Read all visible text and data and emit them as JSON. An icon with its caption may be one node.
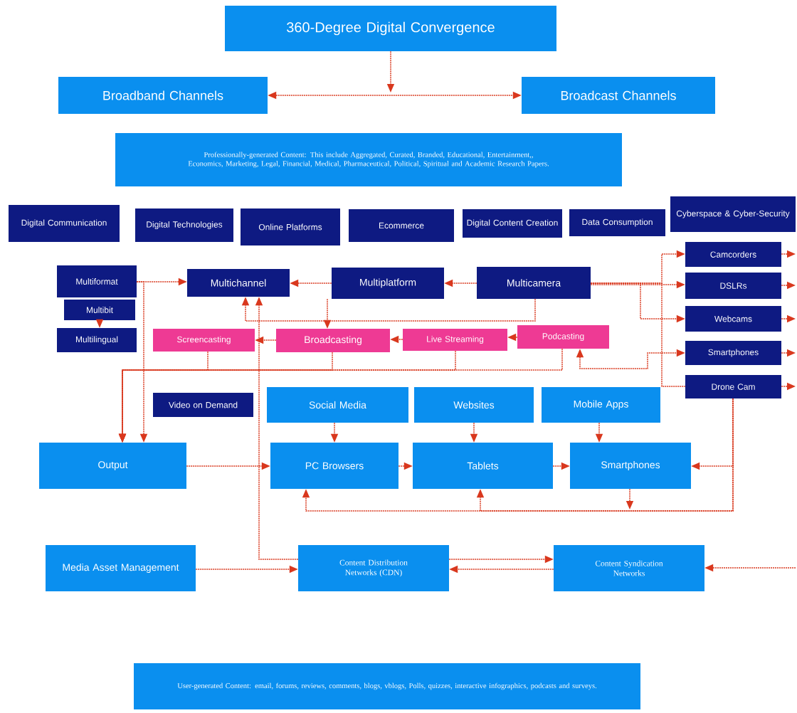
{
  "diagram": {
    "nodes": [
      {
        "text": [
          "360-Degree Digital Convergence"
        ]
      },
      {
        "text": [
          "Broadband  Channels"
        ]
      },
      {
        "text": [
          "Broadcast Channels"
        ]
      },
      {
        "text": [
          "Professionally-generated Content: This include Aggregated, Curated, Branded, Educational, Entertainment,, Economics, Marketing, Legal, Financial, Medical, Pharmaceutical, Political, Spiritual and Academic Research Papers."
        ]
      },
      {
        "text": [
          "Digital Communication"
        ]
      },
      {
        "text": [
          "Digital Technologies"
        ]
      },
      {
        "text": [
          "Online Platforms"
        ]
      },
      {
        "text": [
          "Ecommerce"
        ]
      },
      {
        "text": [
          "Digital Content Creation"
        ]
      },
      {
        "text": [
          "Data Consumption"
        ]
      },
      {
        "text": [
          "Cyberspace & Cyber-Security"
        ]
      },
      {
        "text": [
          "Multiformat"
        ]
      },
      {
        "text": [
          "Multichannel"
        ]
      },
      {
        "text": [
          "Multiplatform"
        ]
      },
      {
        "text": [
          "Multicamera"
        ]
      },
      {
        "text": [
          "Multibit"
        ]
      },
      {
        "text": [
          "Multilingual"
        ]
      },
      {
        "text": [
          "Camcorders"
        ]
      },
      {
        "text": [
          "DSLRs"
        ]
      },
      {
        "text": [
          "Webcams"
        ]
      },
      {
        "text": [
          "Smartphones"
        ]
      },
      {
        "text": [
          "Drone Cam"
        ]
      },
      {
        "text": [
          "Screencasting"
        ]
      },
      {
        "text": [
          "Broadcasting"
        ]
      },
      {
        "text": [
          "Live Streaming"
        ]
      },
      {
        "text": [
          "Podcasting"
        ]
      },
      {
        "text": [
          "Video on Demand"
        ]
      },
      {
        "text": [
          "Social Media"
        ]
      },
      {
        "text": [
          "Websites"
        ]
      },
      {
        "text": [
          "Mobile Apps"
        ]
      },
      {
        "text": [
          "Output"
        ]
      },
      {
        "text": [
          "PC Browsers"
        ]
      },
      {
        "text": [
          "Tablets"
        ]
      },
      {
        "text": [
          "Smartphones"
        ]
      },
      {
        "text": [
          "Media Asset Management"
        ]
      },
      {
        "text": [
          "Content Distribution Networks (CDN)"
        ]
      },
      {
        "text": [
          "Content Syndication Networks"
        ]
      },
      {
        "text": [
          "User-generated Content: email, forums, reviews, comments, blogs, vblogs, Polls, quizzes, interactive infographics, podcasts and surveys."
        ]
      }
    ],
    "edges": [
      {
        "from": 0,
        "to": null,
        "arrow": "to"
      },
      {
        "from": 1,
        "to": 2,
        "arrow": "both"
      },
      {
        "from": 11,
        "to": 12,
        "arrow": "to"
      },
      {
        "from": 13,
        "to": 12,
        "arrow": "to"
      },
      {
        "from": 14,
        "to": 13,
        "arrow": "to"
      },
      {
        "from": 15,
        "to": 16,
        "arrow": "to"
      },
      {
        "from": 13,
        "to": 23,
        "arrow": "to"
      },
      {
        "from": 14,
        "to": 12,
        "arrow": "to"
      },
      {
        "from": 23,
        "to": 22,
        "arrow": "to"
      },
      {
        "from": 24,
        "to": 23,
        "arrow": "to"
      },
      {
        "from": 25,
        "to": 24,
        "arrow": "to"
      },
      {
        "from": 14,
        "to": 17,
        "arrow": "to"
      },
      {
        "from": 14,
        "to": 18,
        "arrow": "to"
      },
      {
        "from": 14,
        "to": 19,
        "arrow": "to"
      },
      {
        "from": 14,
        "to": 21,
        "arrow": "none"
      },
      {
        "from": 25,
        "to": 20,
        "arrow": "both"
      },
      {
        "from": 17,
        "to": null,
        "arrow": "to"
      },
      {
        "from": 18,
        "to": null,
        "arrow": "to"
      },
      {
        "from": 19,
        "to": null,
        "arrow": "to"
      },
      {
        "from": 20,
        "to": null,
        "arrow": "to"
      },
      {
        "from": 21,
        "to": null,
        "arrow": "to"
      },
      {
        "from": 22,
        "to": 30,
        "arrow": "to"
      },
      {
        "from": 23,
        "to": 30,
        "arrow": "to"
      },
      {
        "from": 24,
        "to": 30,
        "arrow": "to"
      },
      {
        "from": 25,
        "to": 30,
        "arrow": "to"
      },
      {
        "from": 11,
        "to": 30,
        "arrow": "to"
      },
      {
        "from": 35,
        "to": 12,
        "arrow": "to"
      },
      {
        "from": 30,
        "to": 31,
        "arrow": "to"
      },
      {
        "from": 27,
        "to": 31,
        "arrow": "to"
      },
      {
        "from": 28,
        "to": 32,
        "arrow": "to"
      },
      {
        "from": 29,
        "to": 33,
        "arrow": "to"
      },
      {
        "from": 31,
        "to": 32,
        "arrow": "to"
      },
      {
        "from": 32,
        "to": 33,
        "arrow": "to"
      },
      {
        "from": 21,
        "to": 33,
        "arrow": "to"
      },
      {
        "from": 21,
        "to": 32,
        "arrow": "to"
      },
      {
        "from": 21,
        "to": 31,
        "arrow": "to"
      },
      {
        "from": 33,
        "to": null,
        "arrow": "to"
      },
      {
        "from": 34,
        "to": 35,
        "arrow": "to"
      },
      {
        "from": 35,
        "to": 36,
        "arrow": "to"
      },
      {
        "from": 36,
        "to": 35,
        "arrow": "to"
      },
      {
        "from": null,
        "to": 36,
        "arrow": "to"
      }
    ]
  }
}
